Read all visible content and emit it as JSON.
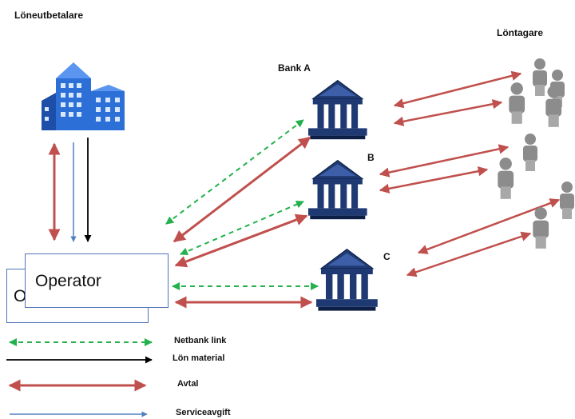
{
  "labels": {
    "payer": "Löneutbetalare",
    "payees": "Löntagare",
    "bank_a": "Bank A",
    "bank_b": "B",
    "bank_c": "C",
    "operator": "Operator",
    "operator_shadow": "O"
  },
  "legend": {
    "netbank": "Netbank link",
    "lon_material": "Lön material",
    "avtal": "Avtal",
    "serviceavgift": "Serviceavgift"
  },
  "colors": {
    "avtal": "#c0504d",
    "netbank": "#22b14c",
    "lon_material": "#000000",
    "serviceavgift": "#4f81bd",
    "bank": "#1f3a73",
    "building": "#2c6fd6",
    "person": "#8c8c8c"
  },
  "icons": {
    "building": "office-building-icon",
    "bank": "bank-building-icon",
    "person": "person-icon"
  }
}
